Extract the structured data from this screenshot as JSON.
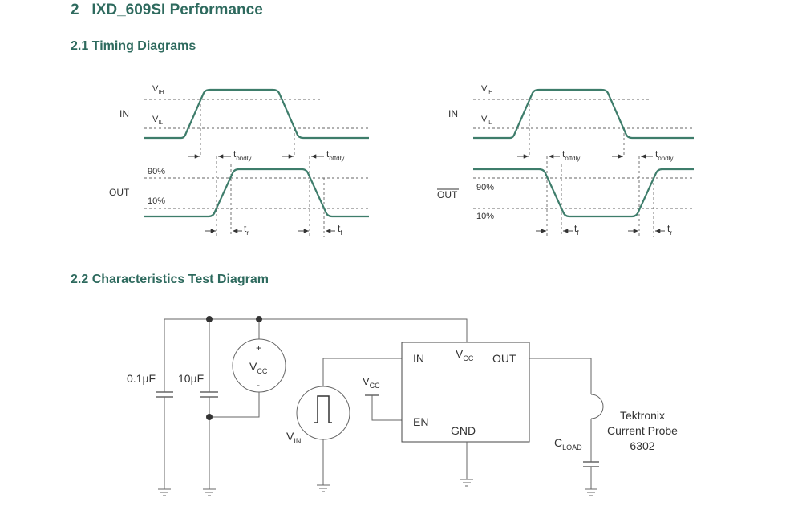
{
  "section": {
    "number": "2",
    "title": "IXD_609SI Performance"
  },
  "timing": {
    "heading_number": "2.1",
    "heading_title": "Timing Diagrams",
    "left": {
      "in": "IN",
      "out": "OUT",
      "vih_main": "V",
      "vih_sub": "IH",
      "vil_main": "V",
      "vil_sub": "IL",
      "p90": "90%",
      "p10": "10%",
      "t1_main": "t",
      "t1_sub": "ondly",
      "t2_main": "t",
      "t2_sub": "offdly",
      "tr_main": "t",
      "tr_sub": "r",
      "tf_main": "t",
      "tf_sub": "f"
    },
    "right": {
      "in": "IN",
      "out": "OUT",
      "vih_main": "V",
      "vih_sub": "IH",
      "vil_main": "V",
      "vil_sub": "IL",
      "p90": "90%",
      "p10": "10%",
      "t1_main": "t",
      "t1_sub": "offdly",
      "t2_main": "t",
      "t2_sub": "ondly",
      "tf_main": "t",
      "tf_sub": "f",
      "tr_main": "t",
      "tr_sub": "r"
    }
  },
  "test": {
    "heading_number": "2.2",
    "heading_title": "Characteristics Test Diagram",
    "cap1": "0.1µF",
    "cap2": "10µF",
    "plus": "+",
    "minus": "-",
    "vcc_main": "V",
    "vcc_sub": "CC",
    "vin_main": "V",
    "vin_sub": "IN",
    "vcc2_main": "V",
    "vcc2_sub": "CC",
    "pin_in": "IN",
    "pin_vcc_main": "V",
    "pin_vcc_sub": "CC",
    "pin_out": "OUT",
    "pin_en": "EN",
    "pin_gnd": "GND",
    "cload_main": "C",
    "cload_sub": "LOAD",
    "probe_line1": "Tektronix",
    "probe_line2": "Current Probe",
    "probe_line3": "6302"
  },
  "colors": {
    "heading": "#2e6a5e",
    "waveform": "#3e7d6b",
    "line": "#555555"
  }
}
